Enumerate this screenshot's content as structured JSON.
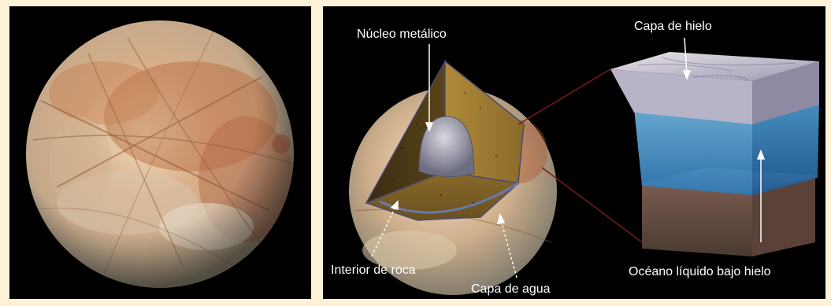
{
  "labels": {
    "metal_core": "Núcleo metálico",
    "ice_layer": "Capa de hielo",
    "rock_interior": "Interior de roca",
    "water_layer": "Capa de agua",
    "ocean": "Océano líquido bajo hielo"
  },
  "colors": {
    "page_background": "#fdf1d8",
    "panel_background": "#000000",
    "label_text": "#ffffff",
    "callout_line": "#7a1a1a"
  }
}
